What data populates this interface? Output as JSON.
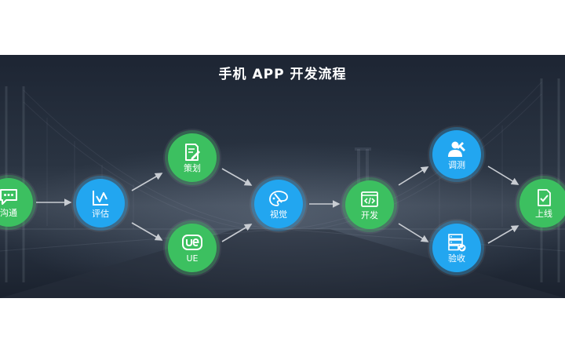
{
  "title": "手机 APP 开发流程",
  "nodes": [
    {
      "id": "communicate",
      "label": "沟通",
      "icon": "chat-bubble-icon",
      "color": "green"
    },
    {
      "id": "evaluate",
      "label": "评估",
      "icon": "line-chart-icon",
      "color": "blue"
    },
    {
      "id": "plan",
      "label": "策划",
      "icon": "document-pen-icon",
      "color": "green"
    },
    {
      "id": "ue",
      "label": "UE",
      "icon": "ue-logo-icon",
      "color": "green"
    },
    {
      "id": "visual",
      "label": "视觉",
      "icon": "palette-brush-icon",
      "color": "blue"
    },
    {
      "id": "develop",
      "label": "开发",
      "icon": "code-window-icon",
      "color": "green"
    },
    {
      "id": "debug",
      "label": "调测",
      "icon": "engineer-wrench-icon",
      "color": "blue"
    },
    {
      "id": "accept",
      "label": "验收",
      "icon": "server-check-icon",
      "color": "blue"
    },
    {
      "id": "launch",
      "label": "上线",
      "icon": "document-check-icon",
      "color": "green"
    }
  ],
  "colors": {
    "green": "#3cc060",
    "blue": "#22a6f0",
    "background": "#1d2533",
    "arrow": "#c8ccd2"
  }
}
